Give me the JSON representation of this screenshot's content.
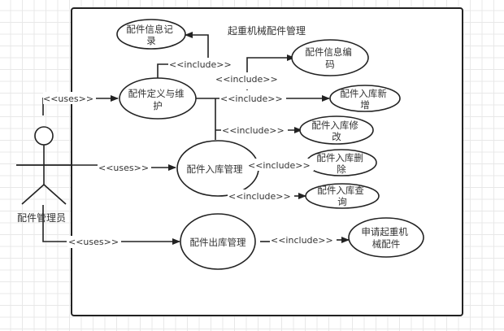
{
  "diagram": {
    "type": "use-case",
    "system_title": "起重机械配件管理",
    "actor": {
      "name": "配件管理员"
    },
    "use_cases": [
      {
        "id": "uc_record",
        "lines": [
          "配件信息记",
          "录"
        ]
      },
      {
        "id": "uc_code",
        "lines": [
          "配件信息编",
          "码"
        ]
      },
      {
        "id": "uc_define",
        "lines": [
          "配件定义与维",
          "护"
        ]
      },
      {
        "id": "uc_add",
        "lines": [
          "配件入库新",
          "增"
        ]
      },
      {
        "id": "uc_modify",
        "lines": [
          "配件入库修",
          "改"
        ]
      },
      {
        "id": "uc_stockin",
        "lines": [
          "配件入库管理"
        ]
      },
      {
        "id": "uc_delete",
        "lines": [
          "配件入库删",
          "除"
        ]
      },
      {
        "id": "uc_query",
        "lines": [
          "配件入库查",
          "询"
        ]
      },
      {
        "id": "uc_stockout",
        "lines": [
          "配件出库管理"
        ]
      },
      {
        "id": "uc_apply",
        "lines": [
          "申请起重机",
          "械配件"
        ]
      }
    ],
    "relations": [
      {
        "from": "actor",
        "to": "uc_define",
        "label": "<<uses>>"
      },
      {
        "from": "actor",
        "to": "uc_stockin",
        "label": "<<uses>>"
      },
      {
        "from": "actor",
        "to": "uc_stockout",
        "label": "<<uses>>"
      },
      {
        "from": "uc_define",
        "to": "uc_record",
        "label": "<<include>>"
      },
      {
        "from": "uc_define",
        "to": "uc_code",
        "label": "<<include>>"
      },
      {
        "from": "uc_define",
        "to": "uc_add",
        "label": "<<include>>"
      },
      {
        "from": "uc_define",
        "to": "uc_modify",
        "label": "<<include>>"
      },
      {
        "from": "uc_stockin",
        "to": "uc_delete",
        "label": "<<include>>"
      },
      {
        "from": "uc_stockin",
        "to": "uc_query",
        "label": "<<include>>"
      },
      {
        "from": "uc_stockout",
        "to": "uc_apply",
        "label": "<<include>>"
      }
    ]
  }
}
